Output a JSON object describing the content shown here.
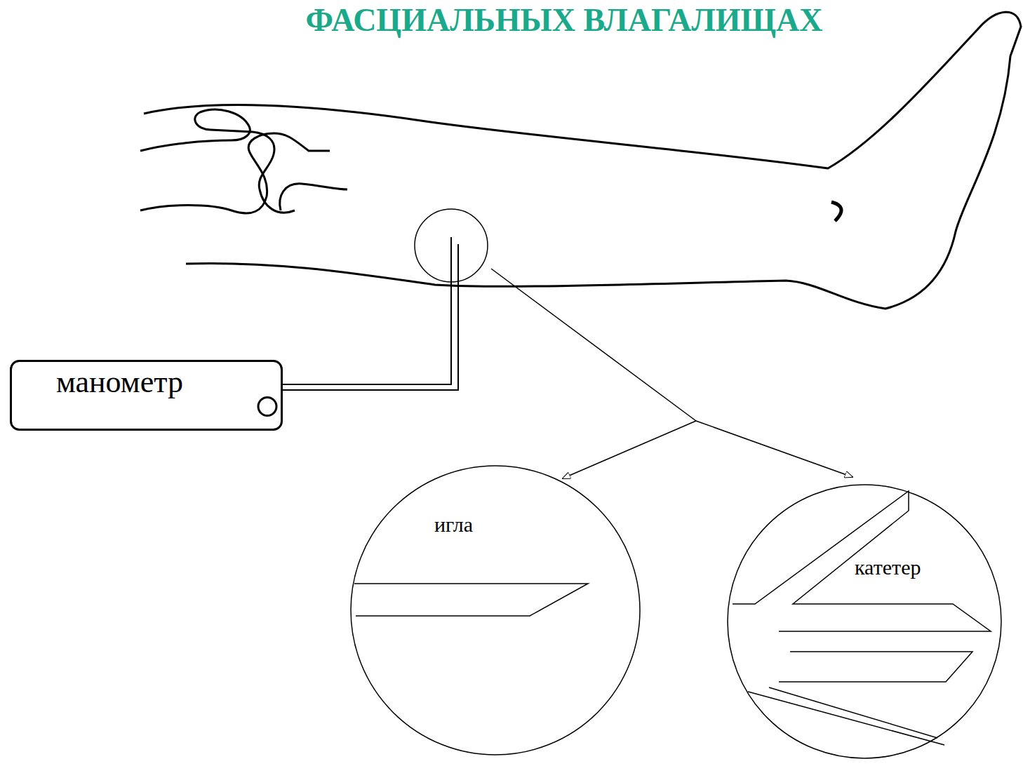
{
  "diagram": {
    "title": "ФАСЦИАЛЬНЫХ ВЛАГАЛИЩАХ",
    "nodes": [
      {
        "text": [
          "манометр"
        ]
      },
      {
        "text": [
          "игла"
        ]
      },
      {
        "text": [
          "катетер"
        ]
      }
    ]
  }
}
